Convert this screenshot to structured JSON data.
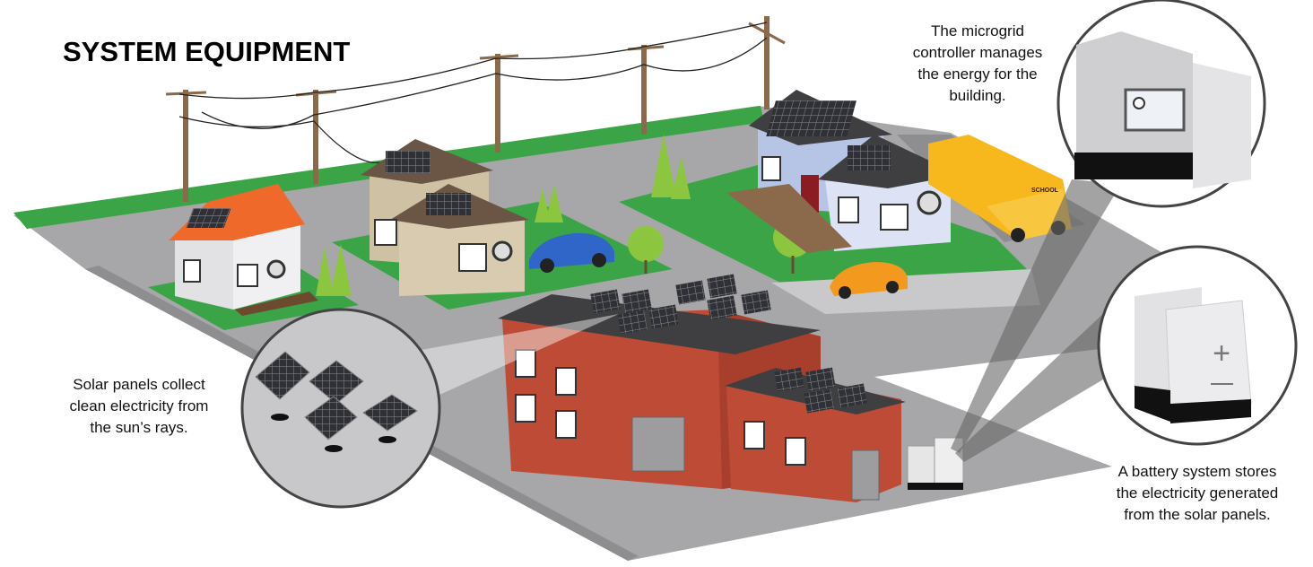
{
  "title": "SYSTEM EQUIPMENT",
  "callouts": {
    "controller": [
      "The microgrid",
      "controller manages",
      "the energy for the",
      "building."
    ],
    "solar": [
      "Solar panels collect",
      "clean electricity from",
      "the sun’s rays."
    ],
    "battery": [
      "A battery system stores",
      "the electricity generated",
      "from the solar panels."
    ]
  },
  "bus_label": "SCHOOL",
  "colors": {
    "ground": "#a7a7a9",
    "lawn": "#3aa447",
    "brick": "#bd4b36",
    "roof": "#3f3f41",
    "bus": "#f6b81c",
    "orange_roof": "#ef6a2a",
    "blue_house": "#b6c4e6",
    "tan_house": "#cfc1a3"
  }
}
